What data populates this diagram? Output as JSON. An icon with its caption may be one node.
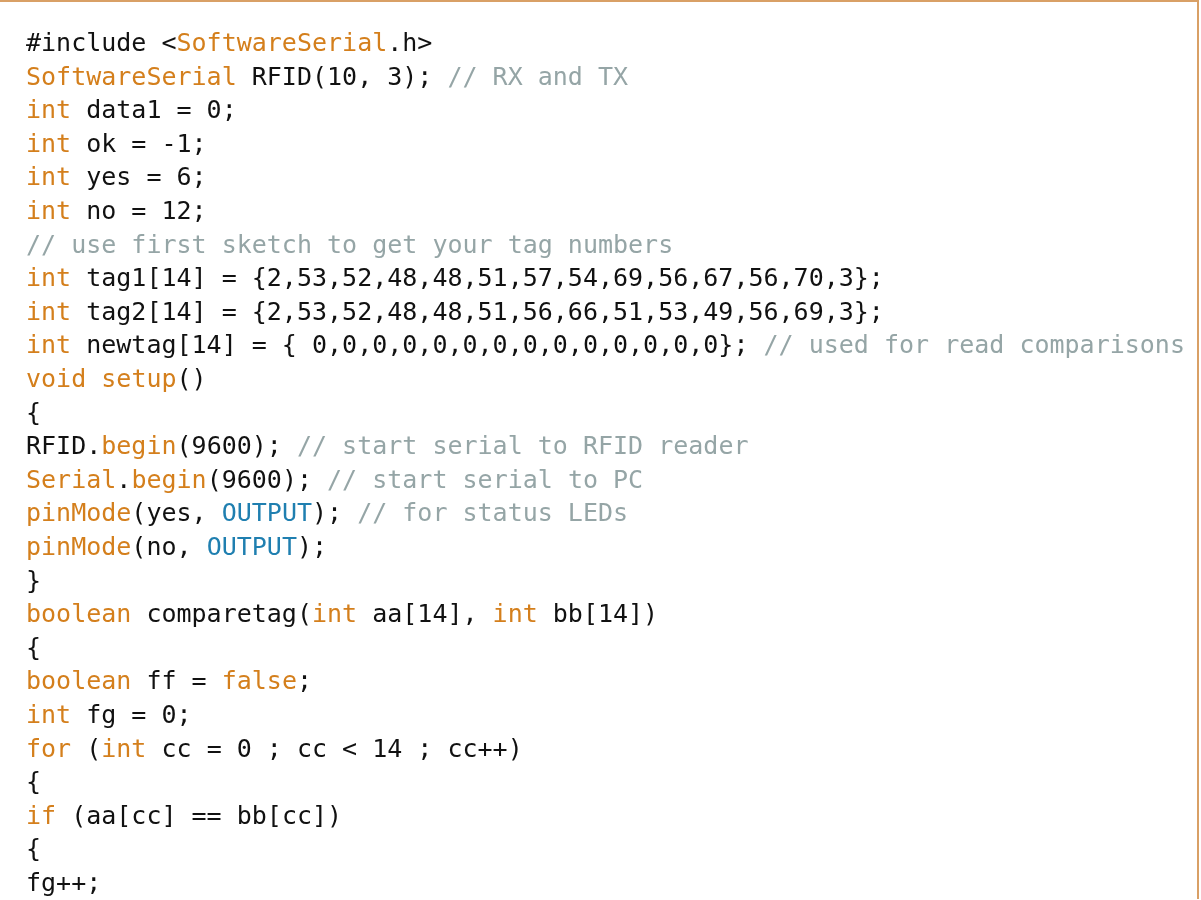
{
  "diagram": {
    "labels": [
      "#include <SoftwareSerial.h>",
      "SoftwareSerial RFID(10, 3); // RX and TX",
      "int data1 = 0;",
      "int ok = -1;",
      "int yes = 6;",
      "int no = 12;",
      "// use first sketch to get your tag numbers",
      "int tag1[14] = {2,53,52,48,48,51,57,54,69,56,67,56,70,3};",
      "int tag2[14] = {2,53,52,48,48,51,56,66,51,53,49,56,69,3};",
      "int newtag[14] = { 0,0,0,0,0,0,0,0,0,0,0,0,0,0}; // used for read comparisons",
      "void setup()",
      "{",
      "RFID.begin(9600); // start serial to RFID reader",
      "Serial.begin(9600); // start serial to PC",
      "pinMode(yes, OUTPUT); // for status LEDs",
      "pinMode(no, OUTPUT);",
      "}",
      "boolean comparetag(int aa[14], int bb[14])",
      "{",
      "boolean ff = false;",
      "int fg = 0;",
      "for (int cc = 0 ; cc < 14 ; cc++)",
      "{",
      "if (aa[cc] == bb[cc])",
      "{",
      "fg++;"
    ]
  }
}
